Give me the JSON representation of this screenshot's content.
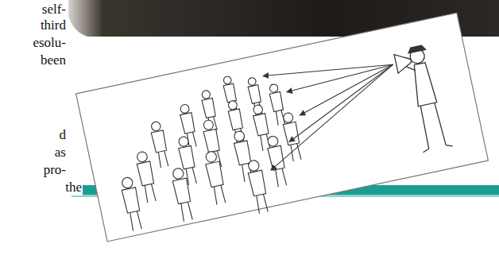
{
  "diagram": {
    "labels": [
      "self-",
      "third",
      "esolu-",
      "been",
      "d",
      "as",
      "pro-",
      "the"
    ]
  }
}
